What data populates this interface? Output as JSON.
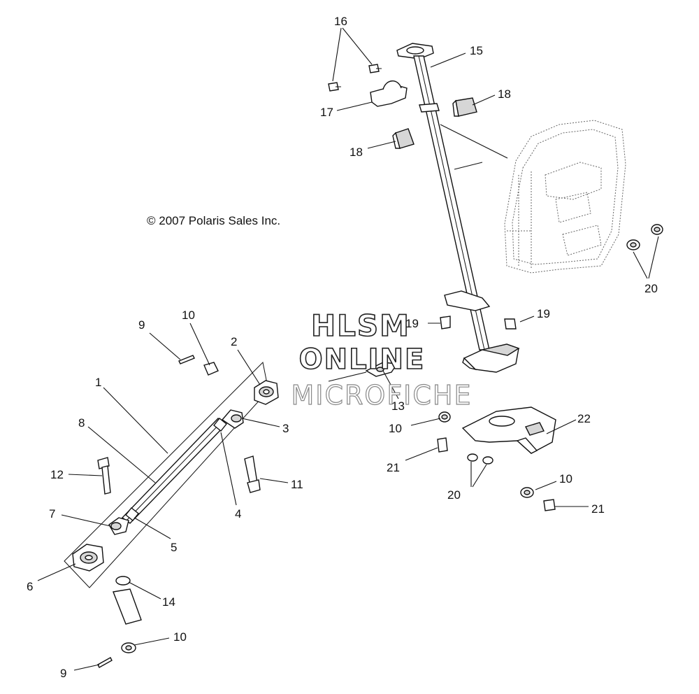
{
  "copyright": "© 2007 Polaris Sales Inc.",
  "watermark": {
    "line1": "HLSM",
    "line2": "ONLINE",
    "line3": "MICROFICHE"
  },
  "callouts": {
    "c1": "1",
    "c2": "2",
    "c3": "3",
    "c4": "4",
    "c5": "5",
    "c6": "6",
    "c7": "7",
    "c8": "8",
    "c9a": "9",
    "c9b": "9",
    "c10a": "10",
    "c10b": "10",
    "c10c": "10",
    "c10d": "10",
    "c11": "11",
    "c12": "12",
    "c13": "13",
    "c14": "14",
    "c15": "15",
    "c16": "16",
    "c17": "17",
    "c18a": "18",
    "c18b": "18",
    "c19a": "19",
    "c19b": "19",
    "c20a": "20",
    "c20b": "20",
    "c21a": "21",
    "c21b": "21",
    "c22": "22"
  }
}
